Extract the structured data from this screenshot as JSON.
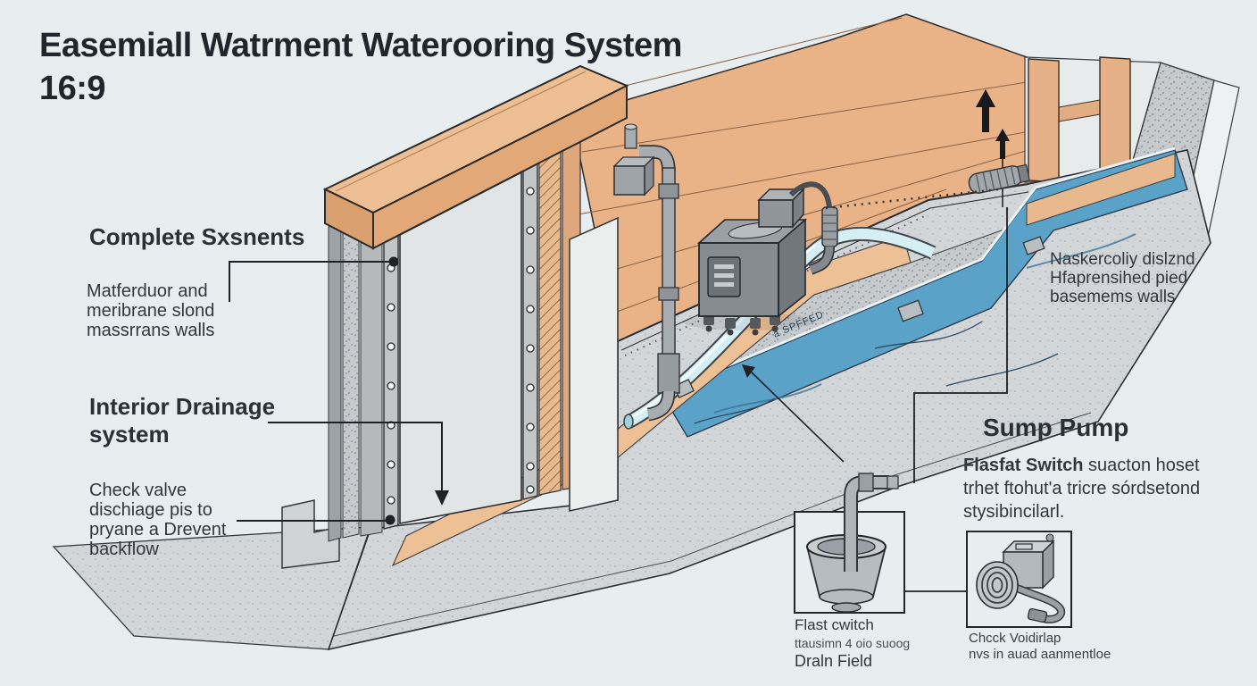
{
  "title": {
    "line1": "Easemiall Watrment Waterooring System",
    "line2": "16:9"
  },
  "labels": {
    "complete_systems": {
      "heading": "Complete Sxsnents",
      "lines": [
        "Matferduor and",
        "meribrane slond",
        "massrrans walls"
      ]
    },
    "interior_drainage": {
      "lines": [
        "Interior Drainage",
        "system"
      ]
    },
    "check_valve": {
      "lines": [
        "Check valve",
        "dischiage pis to",
        "pryane a Drevent",
        "backflow"
      ]
    },
    "right_wall": {
      "lines": [
        "Naskercoliy dislznd",
        "Hfaprensihed pied",
        "basemems walls"
      ]
    },
    "sump_pump": {
      "heading": "Sump Pump",
      "bold_lead": "Flasfat Switch",
      "line1_rest": " suacton hoset",
      "line2": "trhet ftohut'a tricre sórdsetond",
      "line3": "stysibincilarl."
    },
    "inset_basin": {
      "lines": [
        "Flast cwitch",
        "ttausimn 4 oio suoog",
        "Draln Field"
      ]
    },
    "inset_valve": {
      "lines": [
        "Chcck Voidirlap",
        "nvs in auad aanmentloe"
      ]
    },
    "pipe_text": "a SPFFED"
  },
  "colors": {
    "background": "#e8edf0",
    "wood": "#e9b287",
    "wood_dark": "#dba173",
    "panel_gray": "#d8dbdd",
    "concrete": "#ccd0d2",
    "water_blue": "#5ba2c9",
    "pipe_cyan": "#d6eff4",
    "pump_gray": "#888c90",
    "line": "#26292d",
    "text": "#23272e"
  }
}
